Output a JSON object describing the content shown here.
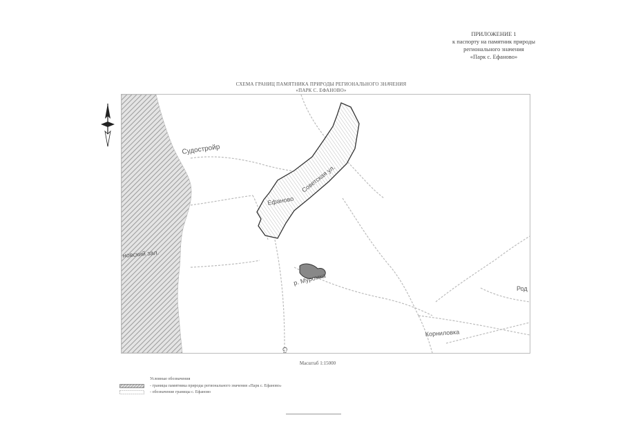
{
  "appendix": {
    "line1": "ПРИЛОЖЕНИЕ 1",
    "line2": "к паспорту на памятник природы",
    "line3": "регионального значения",
    "line4": "«Парк с. Ефаново»"
  },
  "scheme_title": {
    "line1": "СХЕМА ГРАНИЦ ПАМЯТНИКА ПРИРОДЫ РЕГИОНАЛЬНОГО ЗНАЧЕНИЯ",
    "line2": "«ПАРК С. ЕФАНОВО»"
  },
  "map": {
    "labels": {
      "sudostroy": "Судостройр",
      "efanovo": "Ефаново",
      "sovetskaya": "Советская ул.",
      "zaliv": "новский зал.",
      "river": "р. Муромка",
      "kornilovka": "Корниловка",
      "rod": "Род",
      "road_bottom": "Сж"
    }
  },
  "scale": "Масштаб 1:15000",
  "legend": {
    "title": "Условные обозначения",
    "items": [
      {
        "text": "- границы памятника природы регионального значения «Парк с. Ефаново»",
        "style": "hatched"
      },
      {
        "text": "- обозначение границы с. Ефаново",
        "style": "dashed"
      }
    ]
  },
  "colors": {
    "water_hatch": "#a8a8a8",
    "boundary": "#333333",
    "roads": "#b5b5b5"
  }
}
